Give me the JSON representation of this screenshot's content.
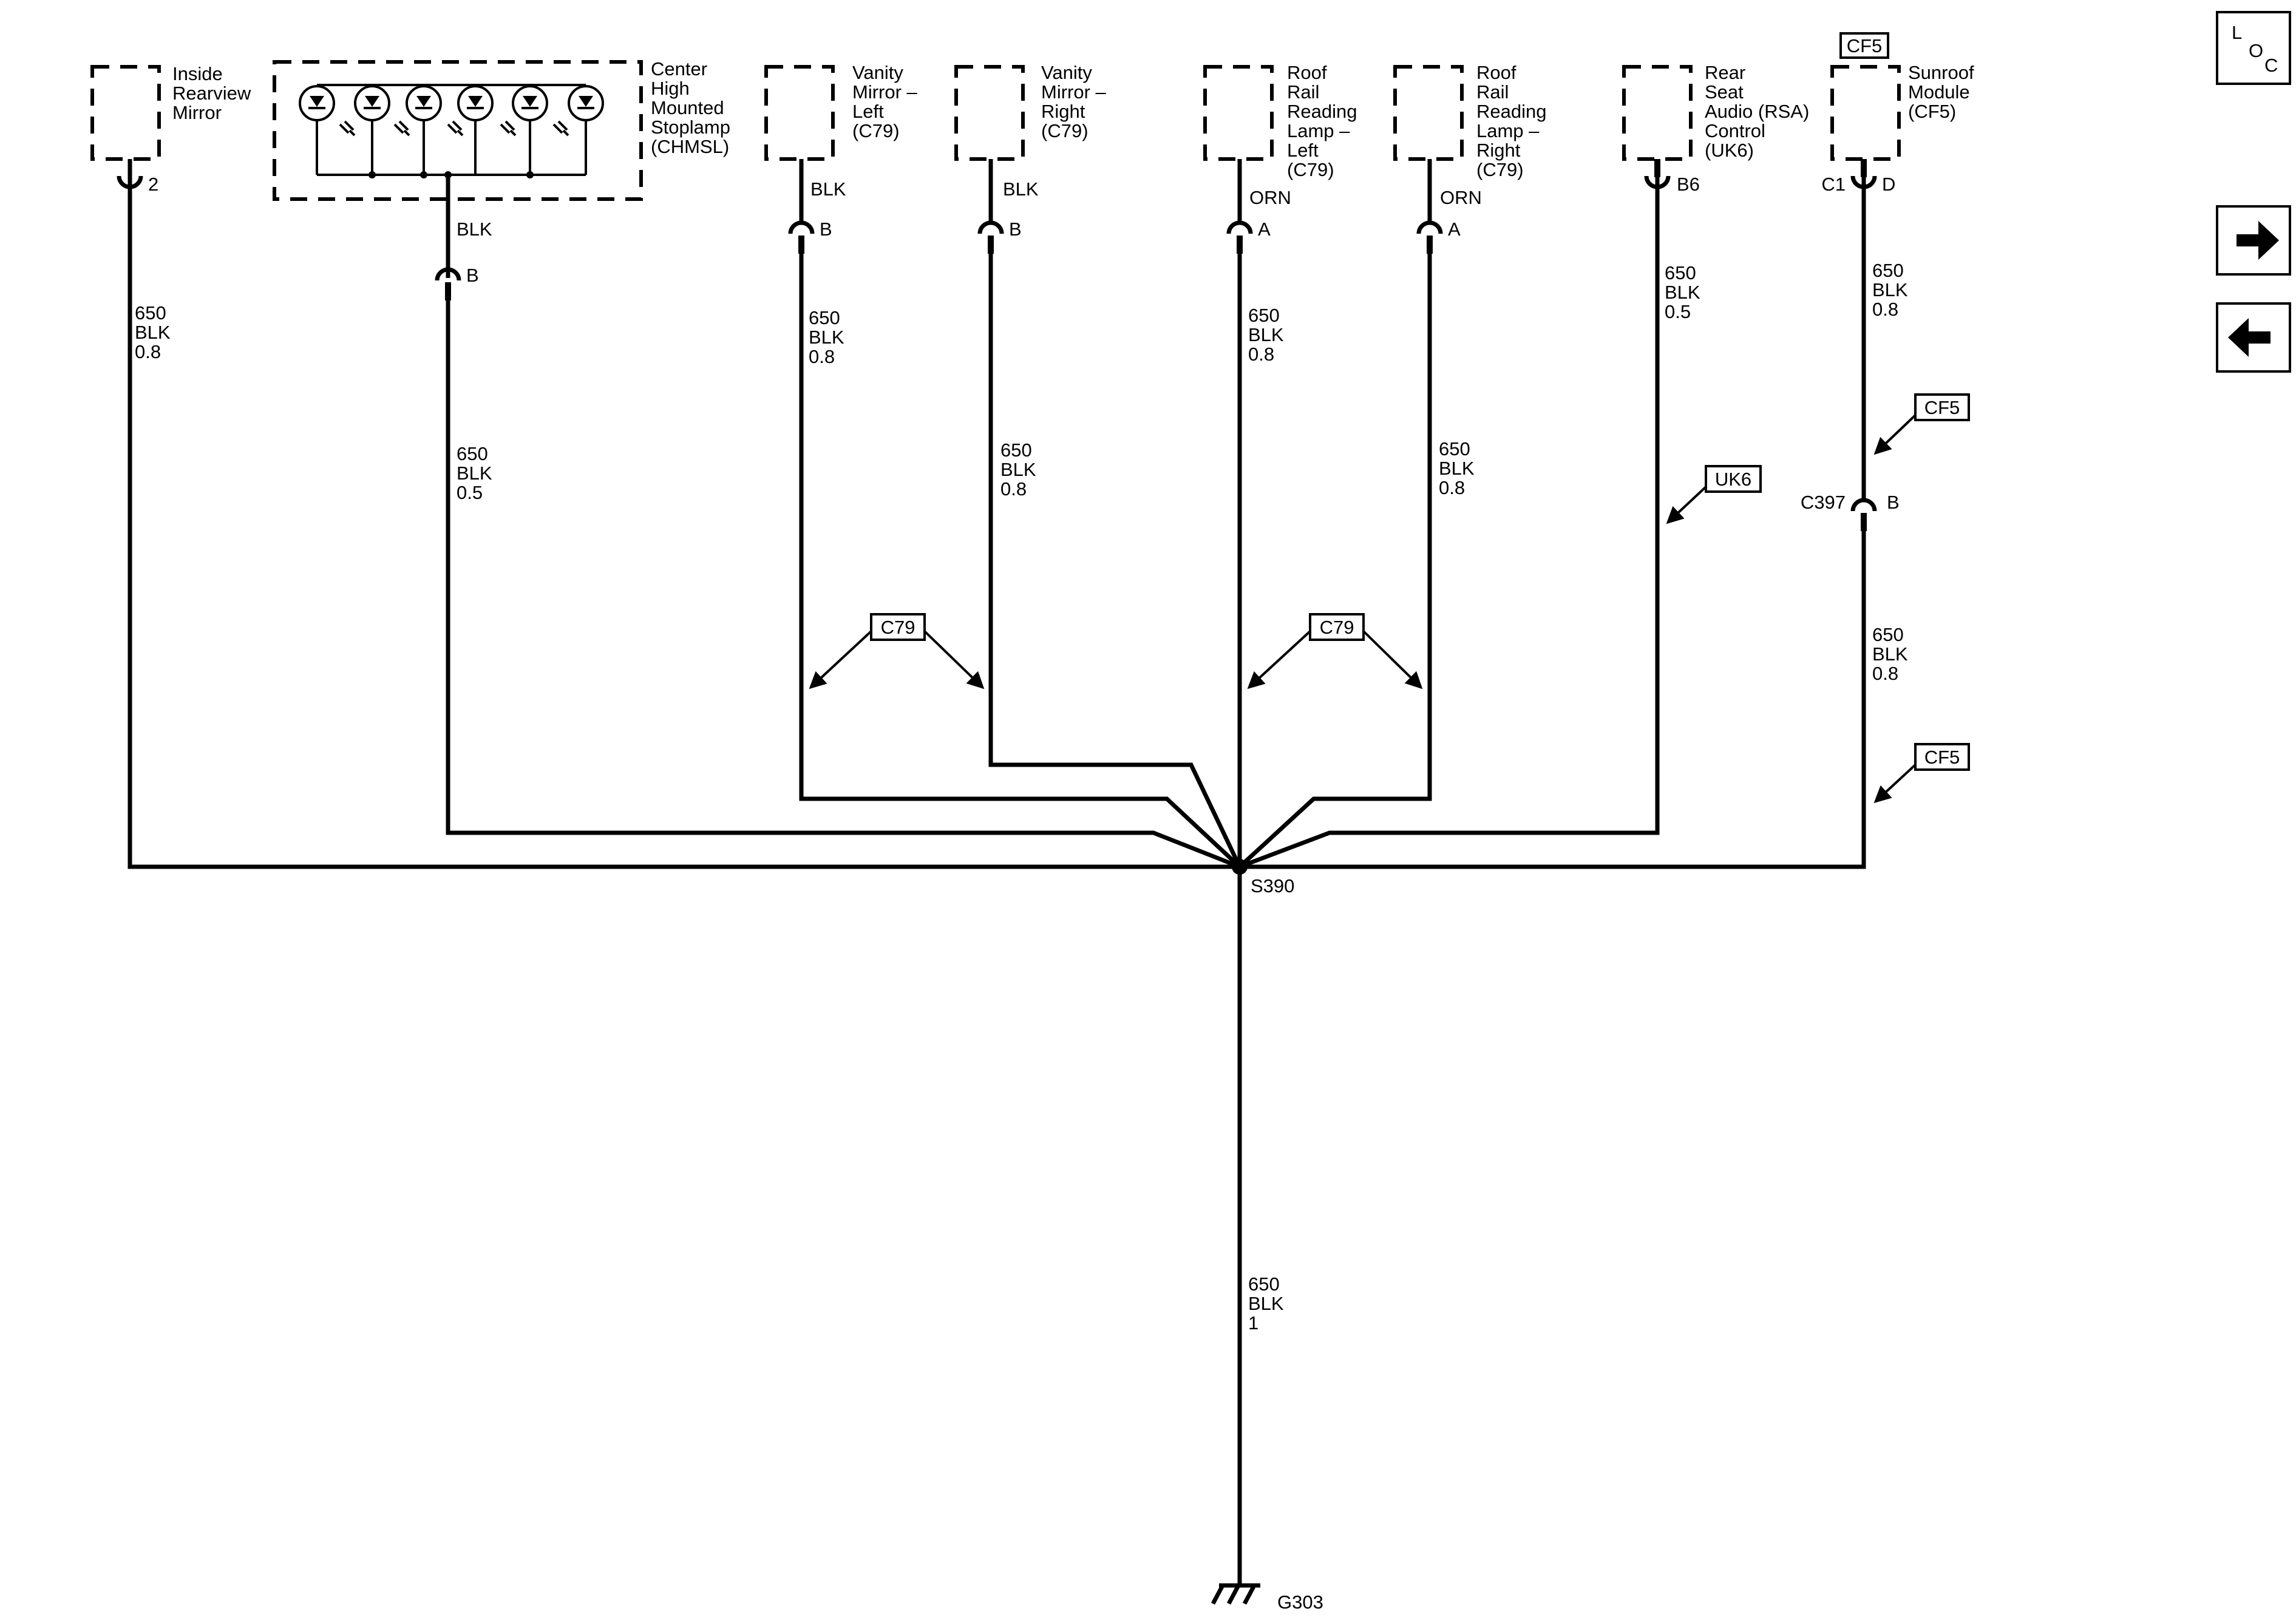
{
  "components": {
    "inside_mirror": {
      "l1": "Inside",
      "l2": "Rearview",
      "l3": "Mirror",
      "pin": "2"
    },
    "chmsl": {
      "l1": "Center",
      "l2": "High",
      "l3": "Mounted",
      "l4": "Stoplamp",
      "l5": "(CHMSL)",
      "wire_color": "BLK",
      "pin": "B"
    },
    "vanity_left": {
      "l1": "Vanity",
      "l2": "Mirror –",
      "l3": "Left",
      "l4": "(C79)",
      "wire_color": "BLK",
      "pin": "B"
    },
    "vanity_right": {
      "l1": "Vanity",
      "l2": "Mirror –",
      "l3": "Right",
      "l4": "(C79)",
      "wire_color": "BLK",
      "pin": "B"
    },
    "roof_left": {
      "l1": "Roof",
      "l2": "Rail",
      "l3": "Reading",
      "l4": "Lamp –",
      "l5": "Left",
      "l6": "(C79)",
      "wire_color": "ORN",
      "pin": "A"
    },
    "roof_right": {
      "l1": "Roof",
      "l2": "Rail",
      "l3": "Reading",
      "l4": "Lamp –",
      "l5": "Right",
      "l6": "(C79)",
      "wire_color": "ORN",
      "pin": "A"
    },
    "rsa": {
      "l1": "Rear",
      "l2": "Seat",
      "l3": "Audio (RSA)",
      "l4": "Control",
      "l5": "(UK6)",
      "pin": "B6"
    },
    "sunroof": {
      "l1": "Sunroof",
      "l2": "Module",
      "l3": "(CF5)",
      "tag": "CF5",
      "conn": "C1",
      "pin": "D"
    }
  },
  "wires": {
    "mirror": {
      "circuit": "650",
      "color": "BLK",
      "size": "0.8"
    },
    "chmsl": {
      "circuit": "650",
      "color": "BLK",
      "size": "0.5"
    },
    "vanity_left": {
      "circuit": "650",
      "color": "BLK",
      "size": "0.8"
    },
    "vanity_right": {
      "circuit": "650",
      "color": "BLK",
      "size": "0.8"
    },
    "roof_left": {
      "circuit": "650",
      "color": "BLK",
      "size": "0.8"
    },
    "roof_right": {
      "circuit": "650",
      "color": "BLK",
      "size": "0.8"
    },
    "rsa": {
      "circuit": "650",
      "color": "BLK",
      "size": "0.5"
    },
    "sunroof_upper": {
      "circuit": "650",
      "color": "BLK",
      "size": "0.8"
    },
    "sunroof_lower": {
      "circuit": "650",
      "color": "BLK",
      "size": "0.8"
    },
    "ground": {
      "circuit": "650",
      "color": "BLK",
      "size": "1"
    }
  },
  "option_tags": {
    "c79_left": "C79",
    "c79_right": "C79",
    "uk6": "UK6",
    "cf5_upper": "CF5",
    "cf5_lower": "CF5"
  },
  "connector_c397": {
    "name": "C397",
    "pin": "B"
  },
  "splice": "S390",
  "ground": "G303",
  "nav": {
    "loc_l": "L",
    "loc_o": "O",
    "loc_c": "C",
    "next_icon": "arrow-right-icon",
    "prev_icon": "arrow-left-icon"
  }
}
